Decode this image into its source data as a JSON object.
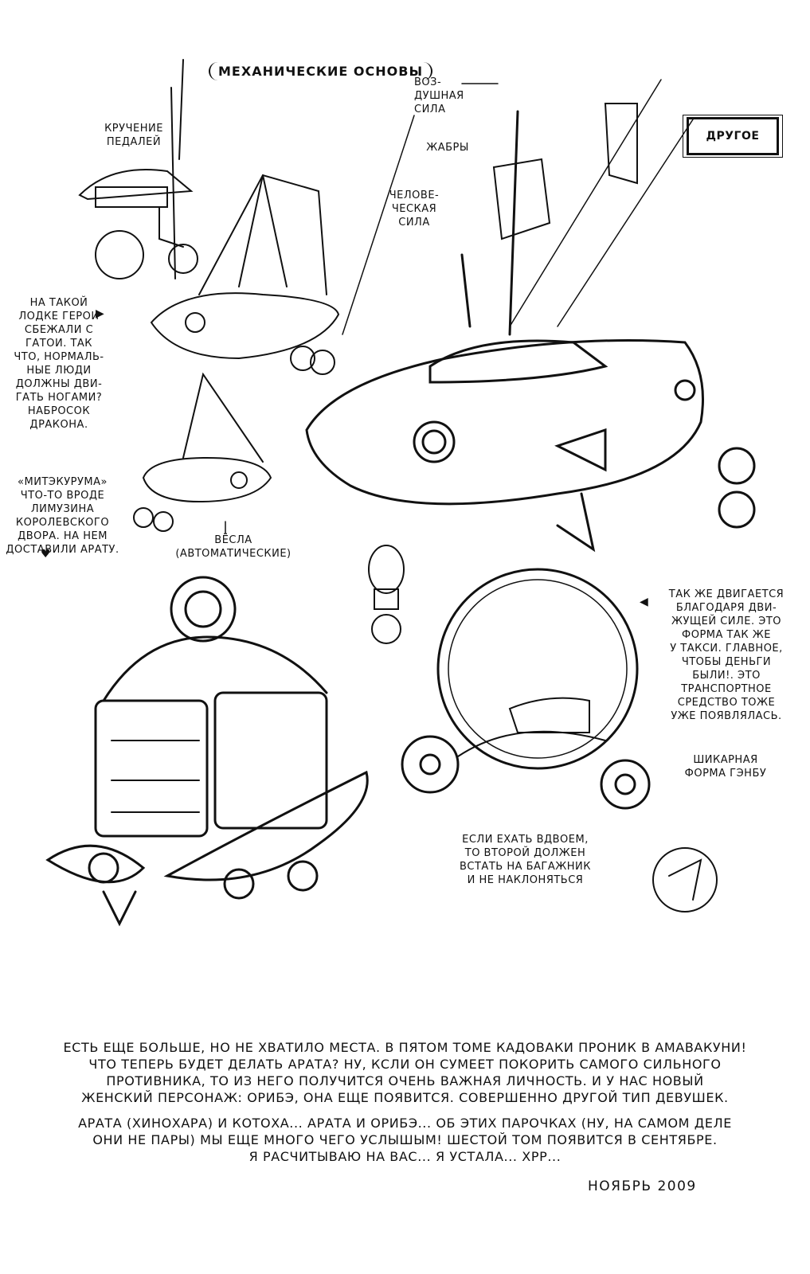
{
  "header": {
    "title": "МЕХАНИЧЕСКИЕ ОСНОВЫ",
    "other": "ДРУГОЕ"
  },
  "labels": {
    "pedals": "КРУЧЕНИЕ\nПЕДАЛЕЙ",
    "air_power": "ВОЗ-\nДУШНАЯ\nСИЛА",
    "gills": "ЖАБРЫ",
    "human_power": "ЧЕЛОВЕ-\nЧЕСКАЯ\nСИЛА",
    "boat_note": "НА ТАКОЙ\nЛОДКЕ ГЕРОИ\nСБЕЖАЛИ С\nГАТОИ. ТАК\nЧТО, НОРМАЛЬ-\nНЫЕ ЛЮДИ\nДОЛЖНЫ ДВИ-\nГАТЬ НОГАМИ?\nНАБРОСОК\nДРАКОНА.",
    "limo_note": "«МИТЭКУРУМА»\nЧТО-ТО ВРОДЕ\nЛИМУЗИНА\nКОРОЛЕВСКОГО\nДВОРА. НА НЕМ\nДОСТАВИЛИ АРАТУ.",
    "oars": "ВЁСЛА\n(АВТОМАТИЧЕСКИЕ)",
    "wheel_note": "ТАК ЖЕ ДВИГАЕТСЯ\nБЛАГОДАРЯ ДВИ-\nЖУЩЕЙ СИЛЕ. ЭТО\nФОРМА ТАК ЖЕ\nУ ТАКСИ. ГЛАВНОЕ,\nЧТОБЫ ДЕНЬГИ\nБЫЛИ!. ЭТО\nТРАНСПОРТНОЕ\nСРЕДСТВО ТОЖЕ\nУЖЕ ПОЯВЛЯЛАСЬ.",
    "genbu": "ШИКАРНАЯ\nФОРМА ГЭНБУ",
    "two_riders": "ЕСЛИ ЕХАТЬ ВДВОЕМ,\nТО ВТОРОЙ ДОЛЖЕН\nВСТАТЬ НА БАГАЖНИК\nИ НЕ НАКЛОНЯТЬСЯ"
  },
  "afterword": {
    "p1": "ЕСТЬ ЕЩЕ БОЛЬШЕ, НО НЕ ХВАТИЛО МЕСТА. В ПЯТОМ ТОМЕ КАДОВАКИ ПРОНИК В АМАВАКУНИ!\nЧТО ТЕПЕРЬ БУДЕТ ДЕЛАТЬ АРАТА? НУ, КСЛИ ОН СУМЕЕТ ПОКОРИТЬ САМОГО СИЛЬНОГО\nПРОТИВНИКА, ТО ИЗ НЕГО ПОЛУЧИТСЯ ОЧЕНЬ ВАЖНАЯ ЛИЧНОСТЬ. И У НАС НОВЫЙ\nЖЕНСКИЙ ПЕРСОНАЖ: ОРИБЭ, ОНА ЕЩЕ ПОЯВИТСЯ. СОВЕРШЕННО ДРУГОЙ ТИП ДЕВУШЕК.",
    "p2": "АРАТА (ХИНОХАРА) И КОТОХА... АРАТА И ОРИБЭ... ОБ ЭТИХ ПАРОЧКАХ (НУ, НА САМОМ ДЕЛЕ\nОНИ НЕ ПАРЫ) МЫ ЕЩЕ МНОГО ЧЕГО УСЛЫШЫМ! ШЕСТОЙ ТОМ ПОЯВИТСЯ В СЕНТЯБРЕ.\nЯ РАСЧИТЫВАЮ НА ВАС... Я УСТАЛА... ХРР...",
    "date": "НОЯБРЬ 2009"
  }
}
